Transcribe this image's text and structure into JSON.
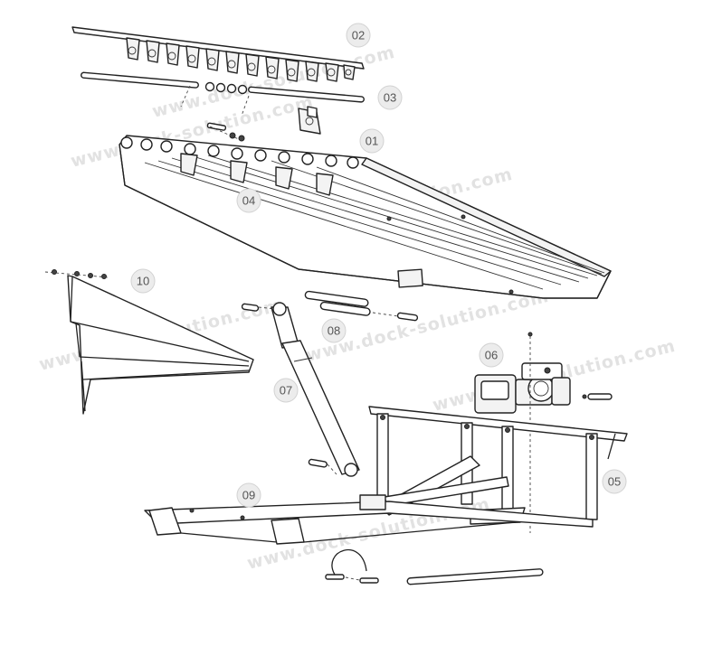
{
  "watermark": "www.dock-solution.com",
  "callouts": {
    "c01": "01",
    "c02": "02",
    "c03": "03",
    "c04": "04",
    "c05": "05",
    "c06": "06",
    "c07": "07",
    "c08": "08",
    "c09": "09",
    "c10": "10"
  },
  "colors": {
    "line": "#222222",
    "badge_fill": "#ececec",
    "badge_text": "#555555",
    "watermark": "#e2e2e2"
  }
}
